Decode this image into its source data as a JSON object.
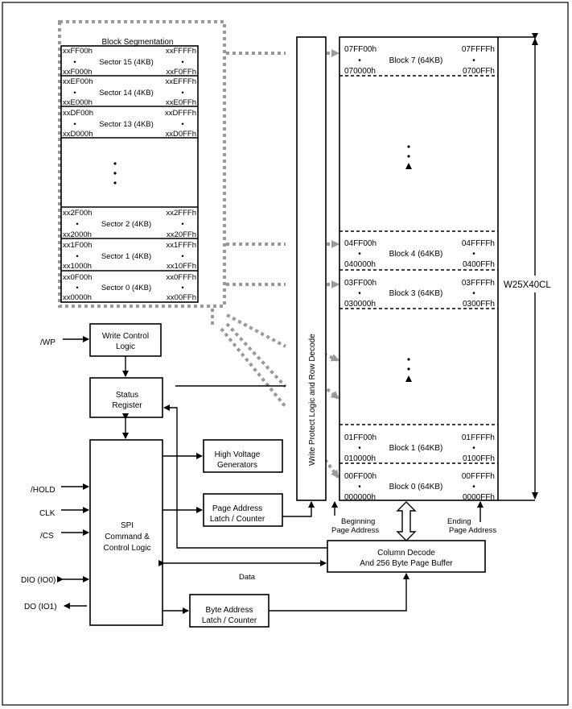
{
  "block_segmentation": {
    "title": "Block Segmentation",
    "sectors": [
      {
        "start_left": "xxFF00h",
        "end_left": "xxF000h",
        "label": "Sector 15 (4KB)",
        "start_right": "xxFFFFh",
        "end_right": "xxF0FFh"
      },
      {
        "start_left": "xxEF00h",
        "end_left": "xxE000h",
        "label": "Sector 14 (4KB)",
        "start_right": "xxEFFFh",
        "end_right": "xxE0FFh"
      },
      {
        "start_left": "xxDF00h",
        "end_left": "xxD000h",
        "label": "Sector 13 (4KB)",
        "start_right": "xxDFFFh",
        "end_right": "xxD0FFh"
      },
      {
        "start_left": "xx2F00h",
        "end_left": "xx2000h",
        "label": "Sector 2 (4KB)",
        "start_right": "xx2FFFh",
        "end_right": "xx20FFh"
      },
      {
        "start_left": "xx1F00h",
        "end_left": "xx1000h",
        "label": "Sector 1 (4KB)",
        "start_right": "xx1FFFh",
        "end_right": "xx10FFh"
      },
      {
        "start_left": "xx0F00h",
        "end_left": "xx0000h",
        "label": "Sector 0 (4KB)",
        "start_right": "xx0FFFh",
        "end_right": "xx00FFh"
      }
    ]
  },
  "memory_blocks": [
    {
      "tl": "07FF00h",
      "bl": "070000h",
      "label": "Block 7 (64KB)",
      "tr": "07FFFFh",
      "br": "0700FFh"
    },
    {
      "tl": "04FF00h",
      "bl": "040000h",
      "label": "Block 4 (64KB)",
      "tr": "04FFFFh",
      "br": "0400FFh"
    },
    {
      "tl": "03FF00h",
      "bl": "030000h",
      "label": "Block 3 (64KB)",
      "tr": "03FFFFh",
      "br": "0300FFh"
    },
    {
      "tl": "01FF00h",
      "bl": "010000h",
      "label": "Block 1 (64KB)",
      "tr": "01FFFFh",
      "br": "0100FFh"
    },
    {
      "tl": "00FF00h",
      "bl": "000000h",
      "label": "Block 0 (64KB)",
      "tr": "00FFFFh",
      "br": "0000FFh"
    }
  ],
  "chip_name": "W25X40CL",
  "write_protect_label": "Write Protect Logic and Row Decode",
  "write_control": {
    "line1": "Write Control",
    "line2": "Logic"
  },
  "status_register": {
    "line1": "Status",
    "line2": "Register"
  },
  "spi_logic": {
    "line1": "SPI",
    "line2": "Command &",
    "line3": "Control Logic"
  },
  "high_voltage": {
    "line1": "High Voltage",
    "line2": "Generators"
  },
  "page_address_latch": {
    "line1": "Page Address",
    "line2": "Latch / Counter"
  },
  "byte_address_latch": {
    "line1": "Byte Address",
    "line2": "Latch / Counter"
  },
  "column_decode": {
    "line1": "Column Decode",
    "line2": "And 256 Byte Page Buffer"
  },
  "beginning_page": {
    "line1": "Beginning",
    "line2": "Page Address"
  },
  "ending_page": {
    "line1": "Ending",
    "line2": "Page Address"
  },
  "data_label": "Data",
  "pins": {
    "wp": "/WP",
    "hold": "/HOLD",
    "clk": "CLK",
    "cs": "/CS",
    "dio": "DIO (IO0)",
    "do": "DO (IO1)"
  }
}
